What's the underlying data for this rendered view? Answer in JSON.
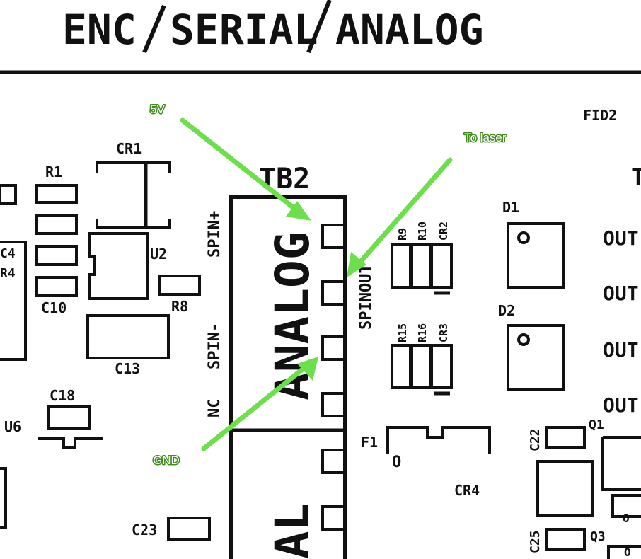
{
  "header": {
    "title_part1": "ENC",
    "title_part2": "SERIAL",
    "title_part3": "ANALOG"
  },
  "board": {
    "tb2_label": "TB2",
    "tb2_section_text": "ANALOG",
    "tb2_lower_text": "AL",
    "pin_labels": {
      "spin_plus": "SPIN+",
      "spin_minus": "SPIN-",
      "nc": "NC",
      "spin_out": "SPINOUT"
    },
    "refdes": {
      "cr1": "CR1",
      "r1": "R1",
      "u2": "U2",
      "r8": "R8",
      "c10": "C10",
      "c13": "C13",
      "c18": "C18",
      "u6": "U6",
      "c23": "C23",
      "c4": "C4",
      "r4": "R4",
      "fid2": "FID2",
      "d1": "D1",
      "d2": "D2",
      "cr2": "CR2",
      "cr3": "CR3",
      "r9": "R9",
      "r10": "R10",
      "r15": "R15",
      "r16": "R16",
      "f1": "F1",
      "cr4": "CR4",
      "c22": "C22",
      "c25": "C25",
      "q1": "Q1",
      "q3": "Q3",
      "out1": "OUT",
      "out2": "OUT",
      "out3": "OUT",
      "out4": "OUT",
      "t_edge": "T",
      "pad_o1": "O",
      "pad_o2": "O",
      "pad_o3": "O"
    }
  },
  "annotations": {
    "five_v": "5V",
    "to_laser": "To laser",
    "gnd": "GND"
  },
  "colors": {
    "arrow": "#6ddf4d",
    "annotation_outline": "#3f8b1c",
    "silkscreen": "#111111",
    "background": "#ffffff"
  }
}
